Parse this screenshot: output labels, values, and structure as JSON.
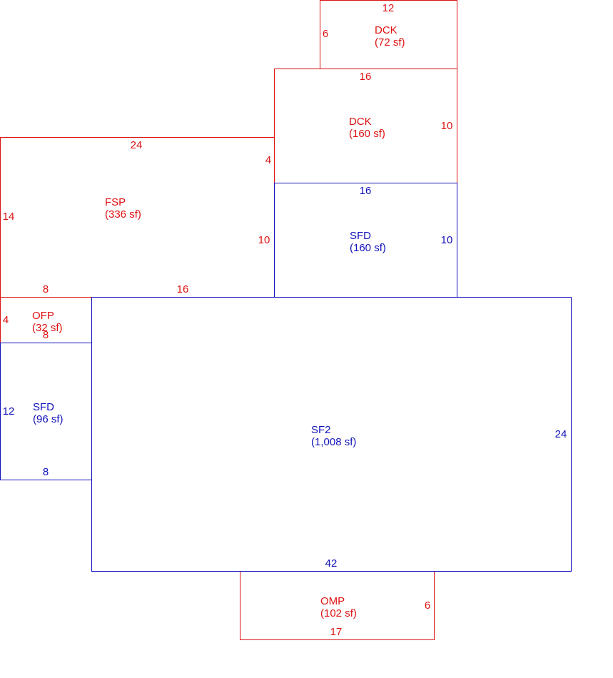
{
  "colors": {
    "red": "#dd1111",
    "blue": "#1111bb"
  },
  "areas": [
    {
      "id": "dck-top",
      "code": "DCK",
      "area": "(72 sf)",
      "color": "red",
      "dims": {
        "top": "12",
        "left": "6"
      }
    },
    {
      "id": "dck-mid",
      "code": "DCK",
      "area": "(160 sf)",
      "color": "red",
      "dims": {
        "top": "16",
        "right": "10"
      }
    },
    {
      "id": "fsp",
      "code": "FSP",
      "area": "(336 sf)",
      "color": "red",
      "dims": {
        "top": "24",
        "left": "14",
        "right_upper": "4",
        "right_lower": "10",
        "bottom_left": "8",
        "bottom_right": "16"
      }
    },
    {
      "id": "sfd-upper",
      "code": "SFD",
      "area": "(160 sf)",
      "color": "blue",
      "dims": {
        "top": "16",
        "right": "10"
      }
    },
    {
      "id": "ofp",
      "code": "OFP",
      "area": "(32 sf)",
      "color": "red",
      "dims": {
        "left": "4",
        "bottom": "8"
      }
    },
    {
      "id": "sfd-lower",
      "code": "SFD",
      "area": "(96 sf)",
      "color": "blue",
      "dims": {
        "left": "12",
        "bottom": "8"
      }
    },
    {
      "id": "sf2",
      "code": "SF2",
      "area": "(1,008 sf)",
      "color": "blue",
      "dims": {
        "right": "24",
        "bottom": "42"
      }
    },
    {
      "id": "omp",
      "code": "OMP",
      "area": "(102 sf)",
      "color": "red",
      "dims": {
        "right": "6",
        "bottom": "17"
      }
    }
  ]
}
